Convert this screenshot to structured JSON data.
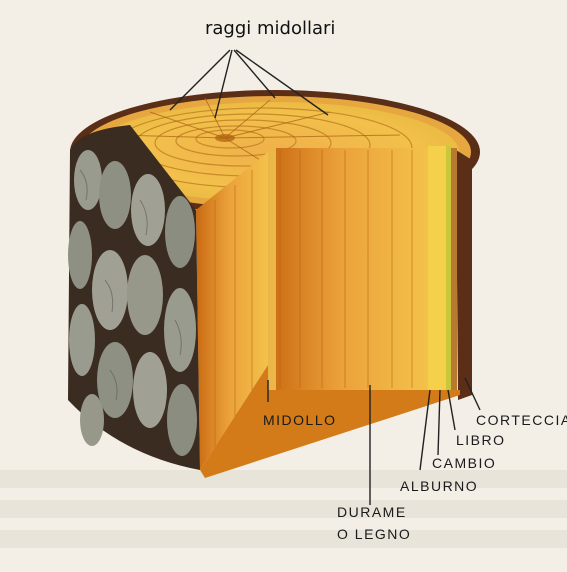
{
  "diagram": {
    "title_label": "raggi midollari",
    "labels": {
      "midollo": "MIDOLLO",
      "corteccia": "CORTECCIA",
      "libro": "LIBRO",
      "cambio": "CAMBIO",
      "alburno": "ALBURNO",
      "durame_line1": "DURAME",
      "durame_line2": "O LEGNO"
    }
  },
  "colors": {
    "background": "#f3efe6",
    "bark_dark": "#5a2e17",
    "bark_plate": "#9a9b8f",
    "heartwood": "#e08a1f",
    "sapwood": "#f5d04a",
    "cambium": "#c9c83a"
  }
}
